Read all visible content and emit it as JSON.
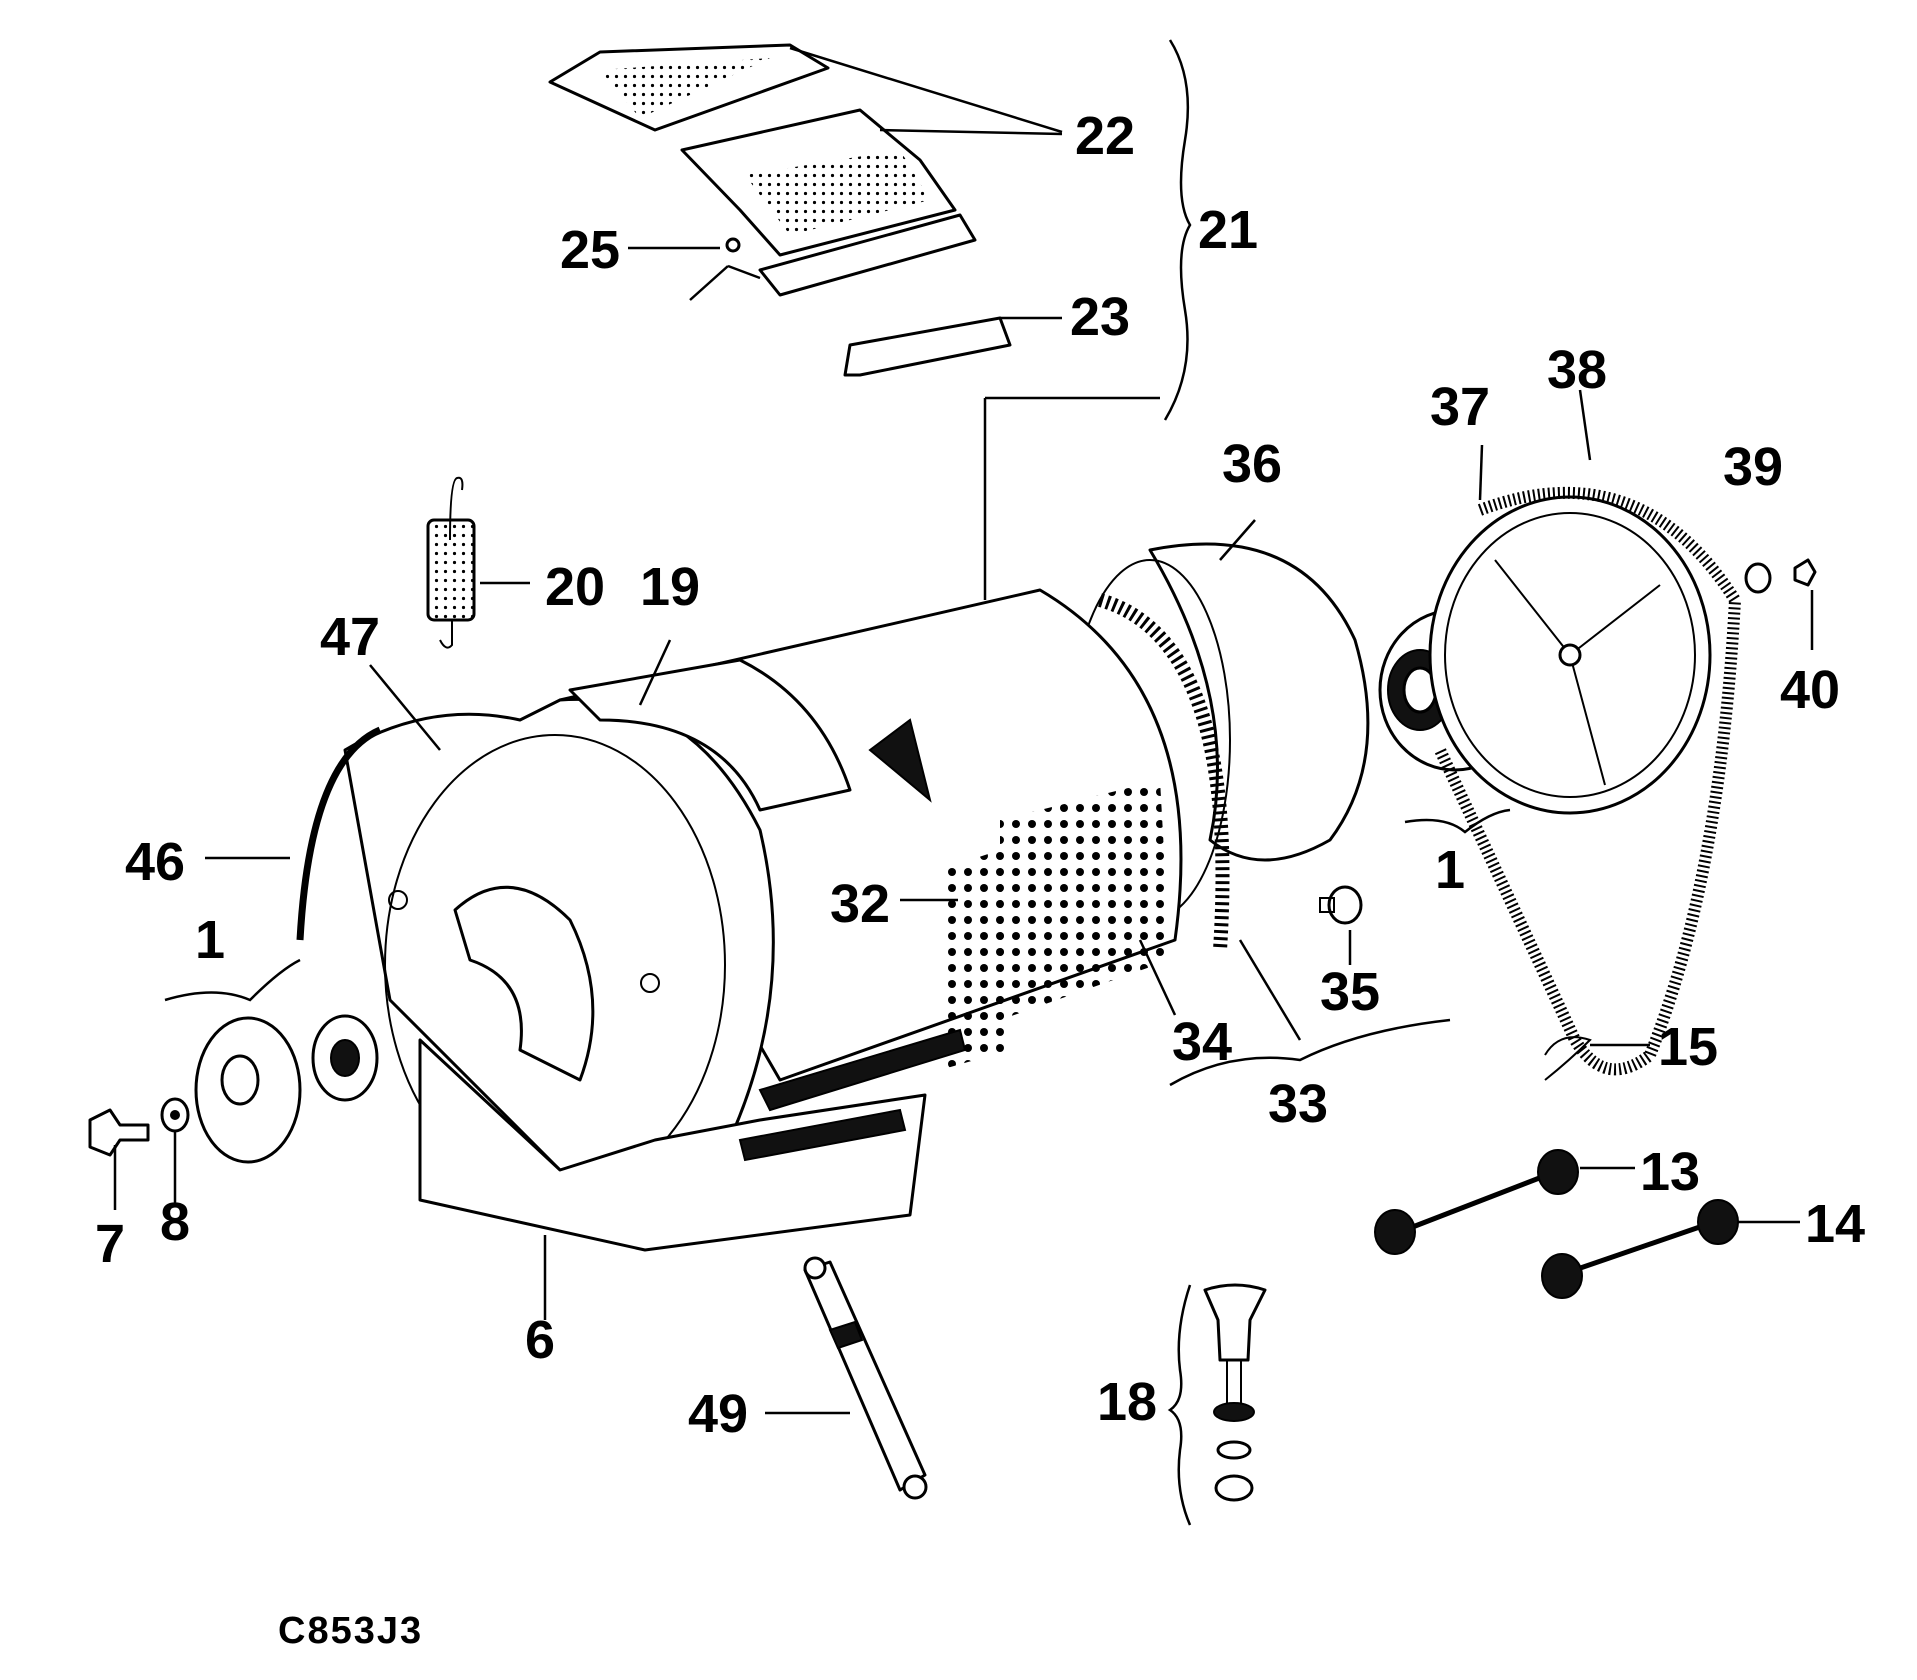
{
  "diagram": {
    "code": "C853J3",
    "labels": {
      "l1a": "1",
      "l1b": "1",
      "l6": "6",
      "l7": "7",
      "l8": "8",
      "l13": "13",
      "l14": "14",
      "l15": "15",
      "l18": "18",
      "l19": "19",
      "l20": "20",
      "l21": "21",
      "l22": "22",
      "l23": "23",
      "l25": "25",
      "l32": "32",
      "l33": "33",
      "l34": "34",
      "l35": "35",
      "l36": "36",
      "l37": "37",
      "l38": "38",
      "l39": "39",
      "l40": "40",
      "l46": "46",
      "l47": "47",
      "l49": "49"
    }
  }
}
